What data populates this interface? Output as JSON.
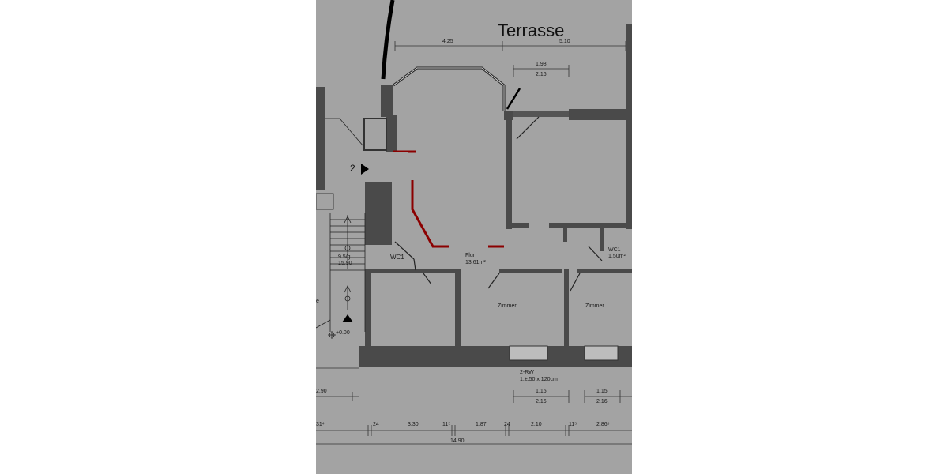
{
  "terrace": "Terrasse",
  "marker": "2",
  "rooms": {
    "wc_left": "WC1",
    "flur": "Flur",
    "flur_area": "13.61m²",
    "wc_right": "WC1",
    "wc_right_area": "1.50m²",
    "zimmer_mid": "Zimmer",
    "zimmer_right": "Zimmer"
  },
  "stair": {
    "steps": "9.5/g",
    "dims": "15.90"
  },
  "level": "+0.00",
  "left_cut": "e",
  "window": {
    "label": "2-RW",
    "size": "1.±:50 x 120cm"
  },
  "dims": {
    "top_a": "4.25",
    "top_b": "5.10",
    "top_c1": "1.98",
    "top_c2": "2.16",
    "mid_left": "2.90",
    "mid_c1": "1.15",
    "mid_c2": "2.16",
    "mid_r1": "1.15",
    "mid_r2": "2.16",
    "bot": [
      "31⁴",
      "24",
      "3.30",
      "11⁵",
      "1.87",
      "24",
      "2.10",
      "11⁵",
      "2.86⁵"
    ],
    "total": "14.90"
  }
}
